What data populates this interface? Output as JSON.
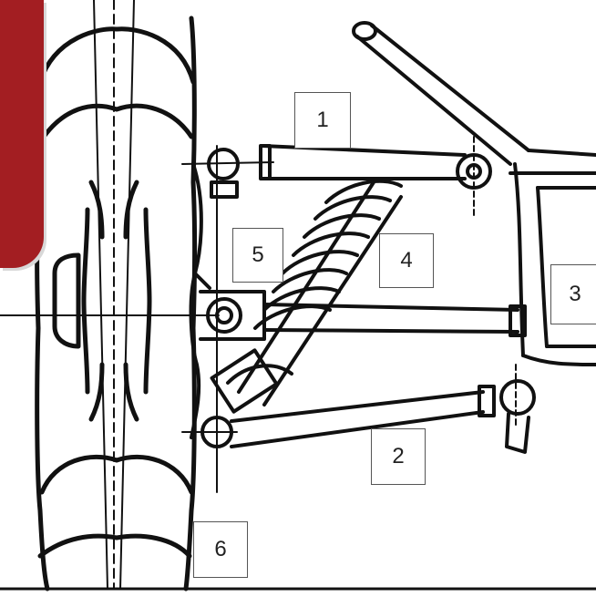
{
  "colors": {
    "ink": "#111111",
    "sidebar": "#a31e22",
    "box_border": "#555555"
  },
  "callouts": {
    "c1": "1",
    "c2": "2",
    "c3": "3",
    "c4": "4",
    "c5": "5",
    "c6": "6"
  }
}
